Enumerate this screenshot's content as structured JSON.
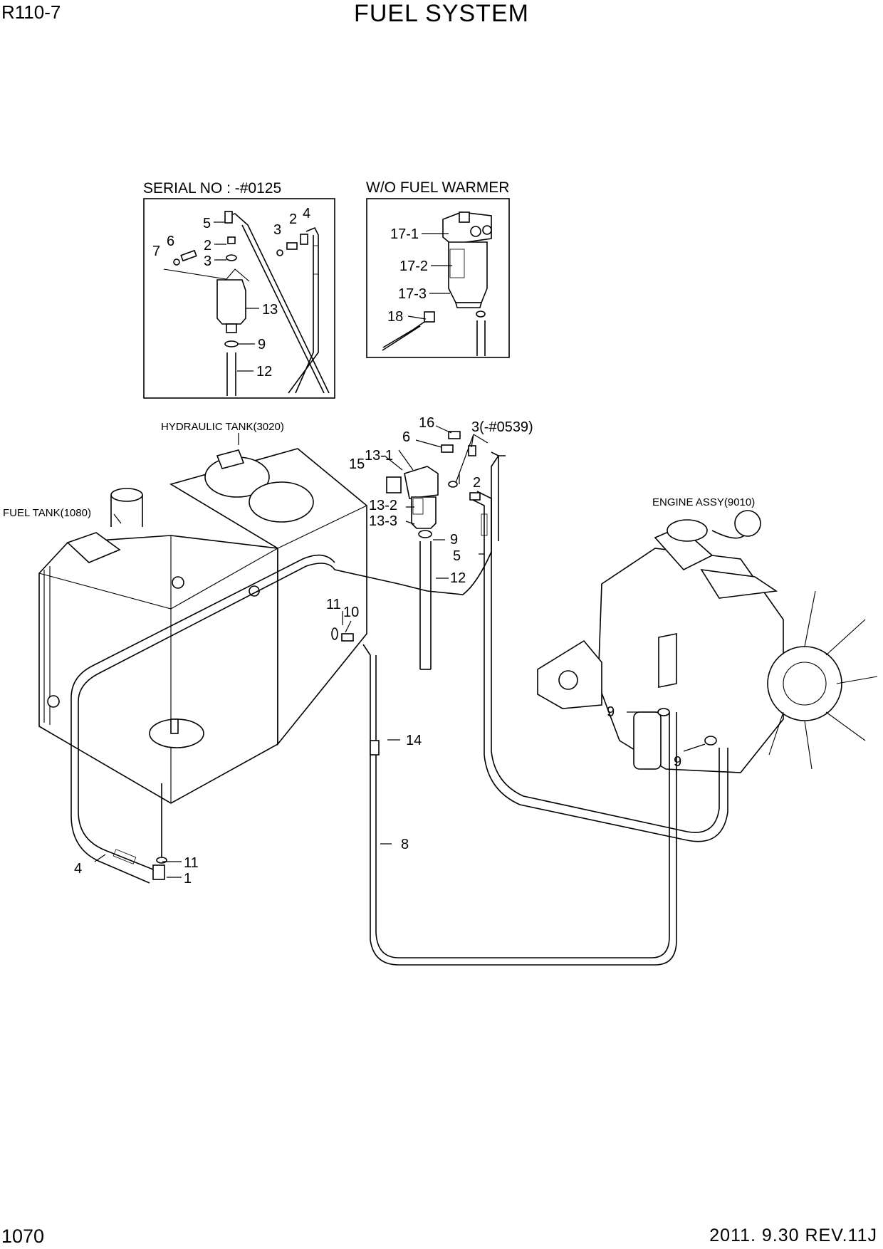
{
  "header": {
    "model": "R110-7",
    "title": "FUEL SYSTEM"
  },
  "footer": {
    "page_number": "1070",
    "revision": "2011. 9.30  REV.11J"
  },
  "insets": {
    "serial": {
      "caption": "SERIAL NO : -#0125",
      "callouts": [
        "5",
        "2",
        "4",
        "3",
        "6",
        "7",
        "2",
        "3",
        "13",
        "9",
        "12"
      ]
    },
    "warmer": {
      "caption": "W/O FUEL WARMER",
      "callouts": [
        "17-1",
        "17-2",
        "17-3",
        "18"
      ]
    }
  },
  "assemblies": {
    "hydraulic_tank": "HYDRAULIC TANK(3020)",
    "fuel_tank": "FUEL TANK(1080)",
    "engine": "ENGINE ASSY(9010)"
  },
  "callouts": [
    "16",
    "6",
    "3(-#0539)",
    "13-1",
    "15",
    "2",
    "13-2",
    "13-3",
    "9",
    "5",
    "12",
    "11",
    "10",
    "14",
    "9",
    "9",
    "8",
    "4",
    "11",
    "1"
  ]
}
